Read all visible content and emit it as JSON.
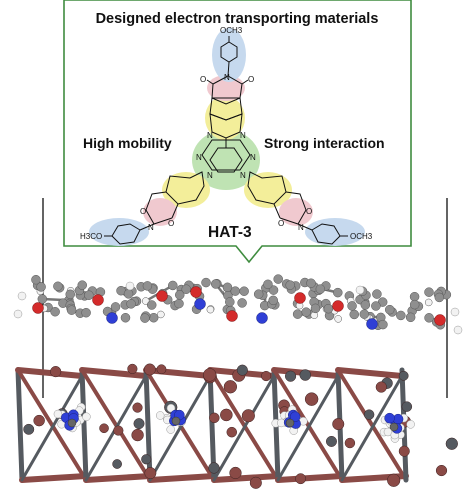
{
  "figure": {
    "title": "Designed electron transporting materials",
    "label_left": "High mobility",
    "label_right": "Strong interaction",
    "molecule_name": "HAT-3",
    "substituent_top": "OCH3",
    "substituent_left": "H3CO",
    "substituent_right": "OCH3",
    "atom_N": "N",
    "atom_O": "O"
  },
  "colors": {
    "frame_green": "#3f8c3f",
    "core_green": "#bfe3b3",
    "ring_yellow": "#f3ee9a",
    "imide_pink": "#f0c9cf",
    "aryl_blue": "#c6d9ee",
    "framework_dark": "#555a60",
    "framework_brown": "#8a4a46",
    "carbon_grey": "#8f8f8f",
    "oxygen_red": "#d42b2b",
    "nitrogen_blue": "#2f3fd6",
    "hydrogen_white": "#f2f2f2"
  }
}
